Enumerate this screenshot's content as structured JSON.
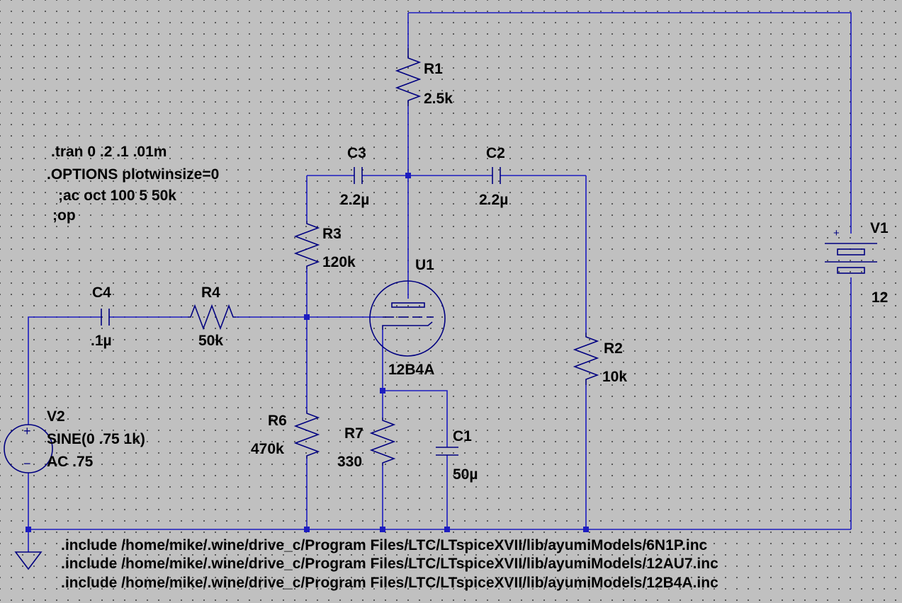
{
  "directives": {
    "tran": ".tran 0 .2 .1 .01m",
    "options": ".OPTIONS plotwinsize=0",
    "ac": ";ac oct 100 5 50k",
    "op": ";op"
  },
  "includes": [
    ".include /home/mike/.wine/drive_c/Program Files/LTC/LTspiceXVII/lib/ayumiModels/6N1P.inc",
    ".include /home/mike/.wine/drive_c/Program Files/LTC/LTspiceXVII/lib/ayumiModels/12AU7.inc",
    ".include /home/mike/.wine/drive_c/Program Files/LTC/LTspiceXVII/lib/ayumiModels/12B4A.inc"
  ],
  "components": {
    "r1": {
      "name": "R1",
      "value": "2.5k"
    },
    "r2": {
      "name": "R2",
      "value": "10k"
    },
    "r3": {
      "name": "R3",
      "value": "120k"
    },
    "r4": {
      "name": "R4",
      "value": "50k"
    },
    "r6": {
      "name": "R6",
      "value": "470k"
    },
    "r7": {
      "name": "R7",
      "value": "330"
    },
    "c1": {
      "name": "C1",
      "value": "50µ"
    },
    "c2": {
      "name": "C2",
      "value": "2.2µ"
    },
    "c3": {
      "name": "C3",
      "value": "2.2µ"
    },
    "c4": {
      "name": "C4",
      "value": ".1µ"
    },
    "u1": {
      "name": "U1",
      "value": "12B4A"
    },
    "v1": {
      "name": "V1",
      "value": "12",
      "plus": "+"
    },
    "v2": {
      "name": "V2",
      "value": "SINE(0 .75 1k)",
      "ac": "AC .75",
      "plus": "+",
      "minus": "−"
    }
  },
  "colors": {
    "wire": "#1c1cc0",
    "symbol": "#000080",
    "background": "#c0c0c0"
  }
}
